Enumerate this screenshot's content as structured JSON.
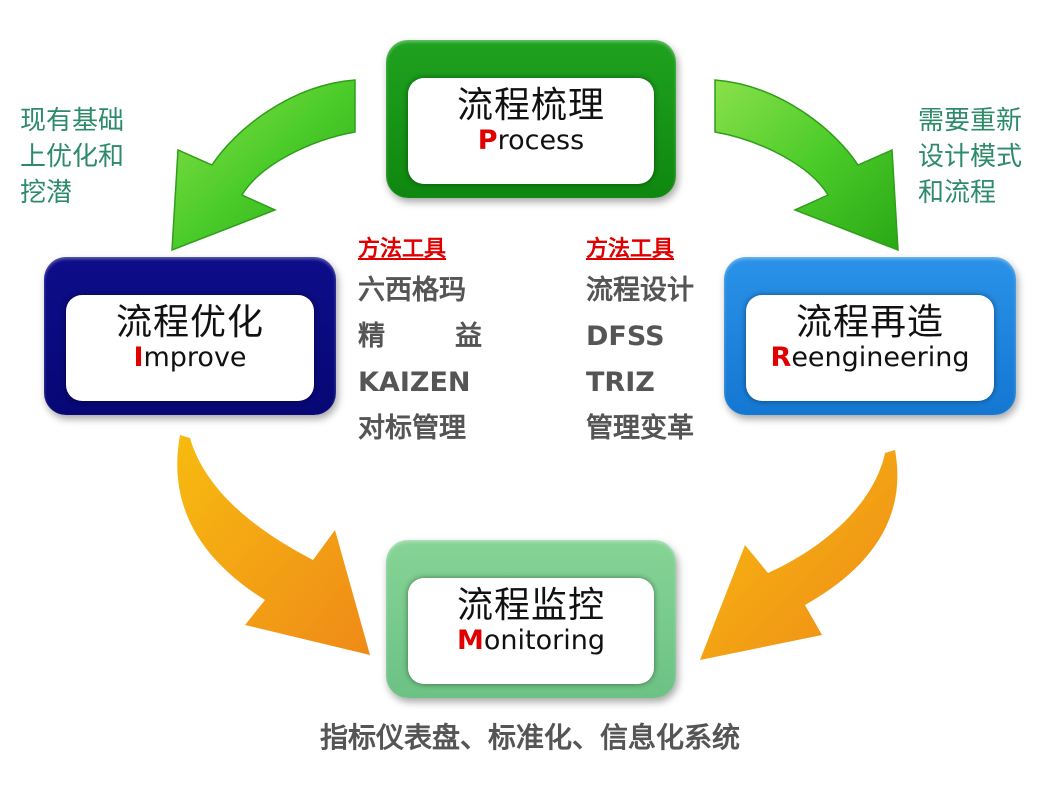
{
  "diagram": {
    "colors": {
      "process_box": "#15961a",
      "improve_box": "#0a0a80",
      "reengineer_box": "#1e86de",
      "monitor_box": "#7ccb8e",
      "green_arrow": "#4ccc2a",
      "orange_arrow": "#f39a1a",
      "accent_red": "#e00000",
      "note_green": "#2e8b6a",
      "tool_gray": "#555555"
    },
    "boxes": {
      "process": {
        "zh": "流程梳理",
        "en_cap": "P",
        "en_rest": "rocess"
      },
      "improve": {
        "zh": "流程优化",
        "en_cap": "I",
        "en_rest": "mprove"
      },
      "reengineer": {
        "zh": "流程再造",
        "en_cap": "R",
        "en_rest": "eengineering"
      },
      "monitor": {
        "zh": "流程监控",
        "en_cap": "M",
        "en_rest": "onitoring"
      }
    },
    "notes": {
      "left": [
        "现有基础",
        "上优化和",
        "挖潜"
      ],
      "right": [
        "需要重新",
        "设计模式",
        "和流程"
      ]
    },
    "tools_left": {
      "heading": "方法工具",
      "items": [
        "六西格玛",
        "精",
        "益",
        "KAIZEN",
        "对标管理"
      ]
    },
    "tools_right": {
      "heading": "方法工具",
      "items": [
        "流程设计",
        "DFSS",
        "TRIZ",
        "管理变革"
      ]
    },
    "bottom_caption": "指标仪表盘、标准化、信息化系统",
    "arrows": [
      {
        "name": "process-to-improve",
        "direction": "down-left",
        "color": "green"
      },
      {
        "name": "process-to-reengineer",
        "direction": "down-right",
        "color": "green"
      },
      {
        "name": "improve-to-monitor",
        "direction": "down-right",
        "color": "orange"
      },
      {
        "name": "reengineer-to-monitor",
        "direction": "down-left",
        "color": "orange"
      }
    ]
  }
}
